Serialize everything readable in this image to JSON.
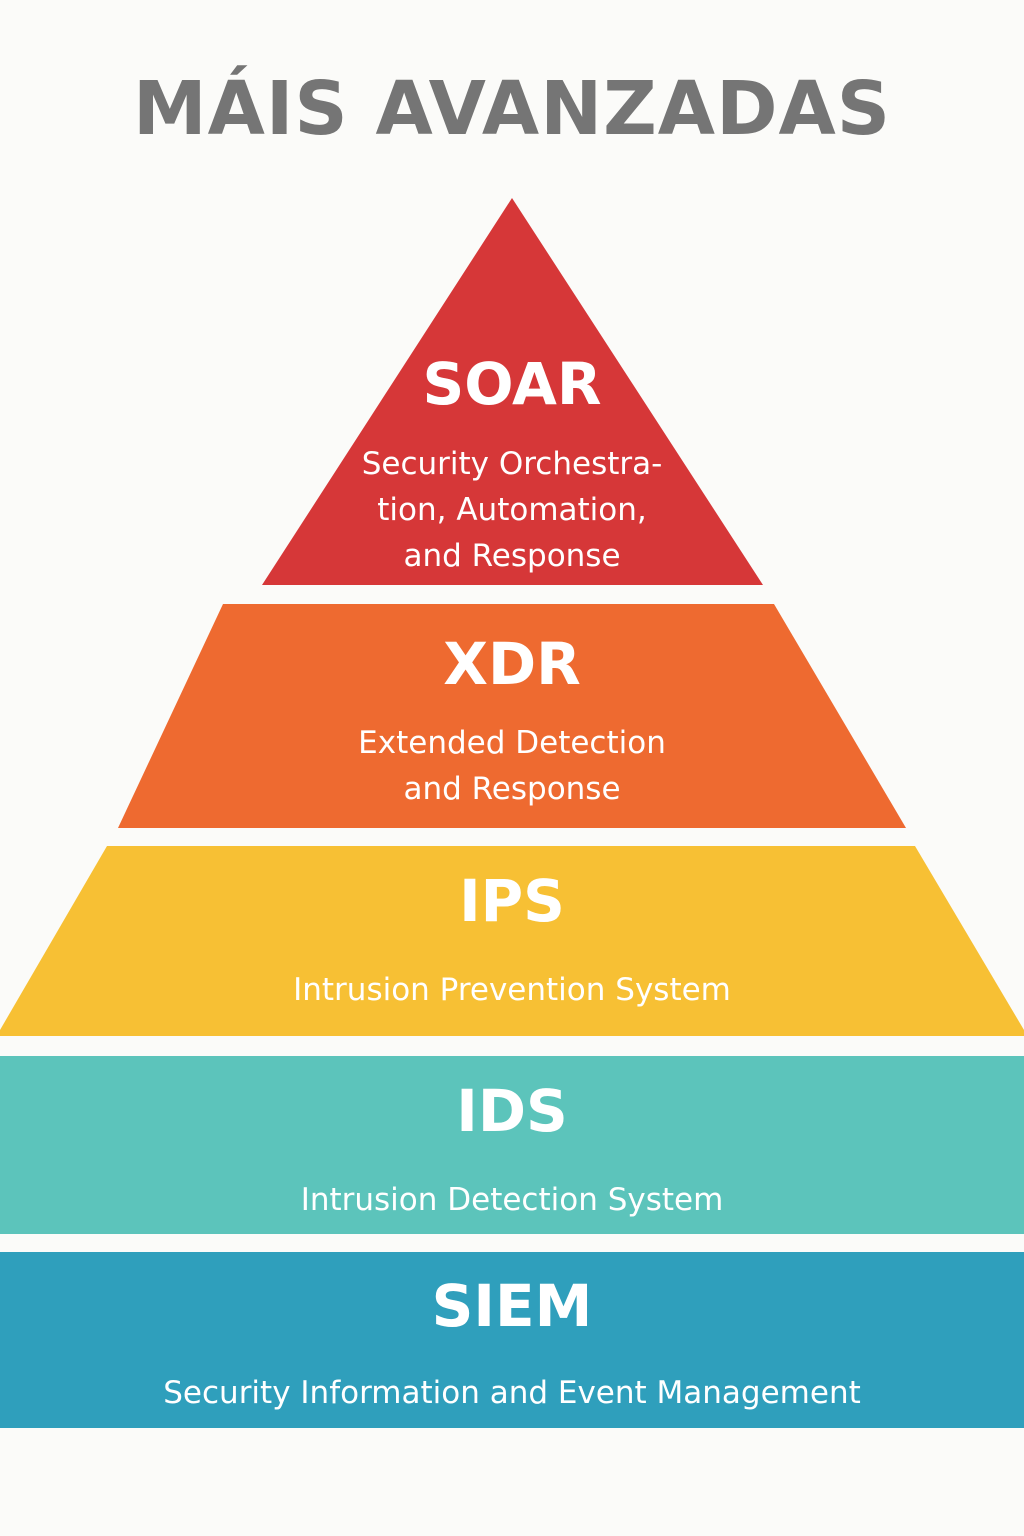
{
  "title": "MÁIS AVANZADAS",
  "colors": {
    "title": "#757575",
    "background": "#fbfbf9",
    "text": "#ffffff"
  },
  "tiers": [
    {
      "name": "SOAR",
      "description_lines": [
        "Security Orchestra-",
        "tion, Automation,",
        "and Response"
      ],
      "color": "#d63738"
    },
    {
      "name": "XDR",
      "description_lines": [
        "Extended Detection",
        "and Response"
      ],
      "color": "#ee6a30"
    },
    {
      "name": "IPS",
      "description_lines": [
        "Intrusion Prevention System"
      ],
      "color": "#f7c034"
    },
    {
      "name": "IDS",
      "description_lines": [
        "Intrusion Detection System"
      ],
      "color": "#5cc4bb"
    },
    {
      "name": "SIEM",
      "description_lines": [
        "Security Information and Event Management"
      ],
      "color": "#2f9fbc"
    }
  ]
}
